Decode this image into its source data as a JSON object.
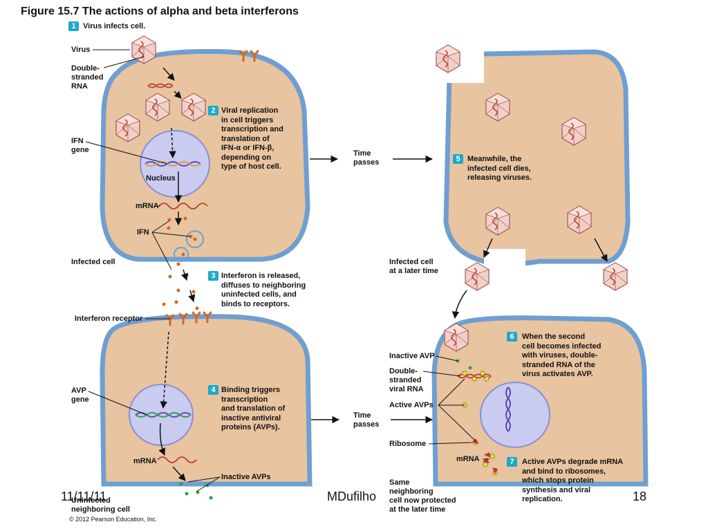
{
  "title": "Figure 15.7 The actions of alpha and beta interferons",
  "steps": [
    {
      "num": "1",
      "text": "Virus infects cell."
    },
    {
      "num": "2",
      "lines": [
        "Viral replication",
        "in cell triggers",
        "transcription and",
        "translation of",
        "IFN-α or IFN-β,",
        "depending on",
        "type of host cell."
      ]
    },
    {
      "num": "3",
      "lines": [
        "Interferon is released,",
        "diffuses to neighboring",
        "uninfected cells, and",
        "binds to receptors."
      ]
    },
    {
      "num": "4",
      "lines": [
        "Binding triggers",
        "transcription",
        "and translation of",
        "inactive antiviral",
        "proteins (AVPs)."
      ]
    },
    {
      "num": "5",
      "lines": [
        "Meanwhile, the",
        "infected cell dies,",
        "releasing viruses."
      ]
    },
    {
      "num": "6",
      "lines": [
        "When the second",
        "cell becomes infected",
        "with viruses, double-",
        "stranded RNA of the",
        "virus activates AVP."
      ]
    },
    {
      "num": "7",
      "lines": [
        "Active AVPs degrade mRNA",
        "and bind to ribosomes,",
        "which stops protein",
        "synthesis and viral",
        "replication."
      ]
    }
  ],
  "labels": {
    "virus": "Virus",
    "dsrna": [
      "Double-",
      "stranded",
      "RNA"
    ],
    "ifn_gene": [
      "IFN",
      "gene"
    ],
    "nucleus": "Nucleus",
    "mrna": "mRNA",
    "ifn": "IFN",
    "infected_cell": "Infected cell",
    "interferon_receptor": "Interferon receptor",
    "avp_gene": [
      "AVP",
      "gene"
    ],
    "mrna2": "mRNA",
    "inactive_avps": "Inactive AVPs",
    "uninfected": [
      "Uninfected",
      "neighboring cell"
    ],
    "time_passes_1": [
      "Time",
      "passes"
    ],
    "time_passes_2": [
      "Time",
      "passes"
    ],
    "infected_later": [
      "Infected cell",
      "at a later time"
    ],
    "inactive_avp": "Inactive AVP",
    "ds_viral_rna": [
      "Double-",
      "stranded",
      "viral RNA"
    ],
    "active_avps": "Active AVPs",
    "ribosome": "Ribosome",
    "mrna3": "mRNA",
    "same_cell": [
      "Same",
      "neighboring",
      "cell now protected",
      "at the later time"
    ]
  },
  "footer": {
    "date": "11/11/11",
    "author": "MDufilho",
    "page": "18",
    "copyright": "© 2012 Pearson Education, Inc."
  },
  "colors": {
    "cytoplasm": "#e8c4a0",
    "membrane": "#6f9fd0",
    "nucleus": "#c9cbf0",
    "badge": "#1fa8c9",
    "rna": "#c0392b",
    "ifn_dot": "#d2691e",
    "avp_dot": "#2ea043",
    "active_avp": "#e6e62e"
  }
}
